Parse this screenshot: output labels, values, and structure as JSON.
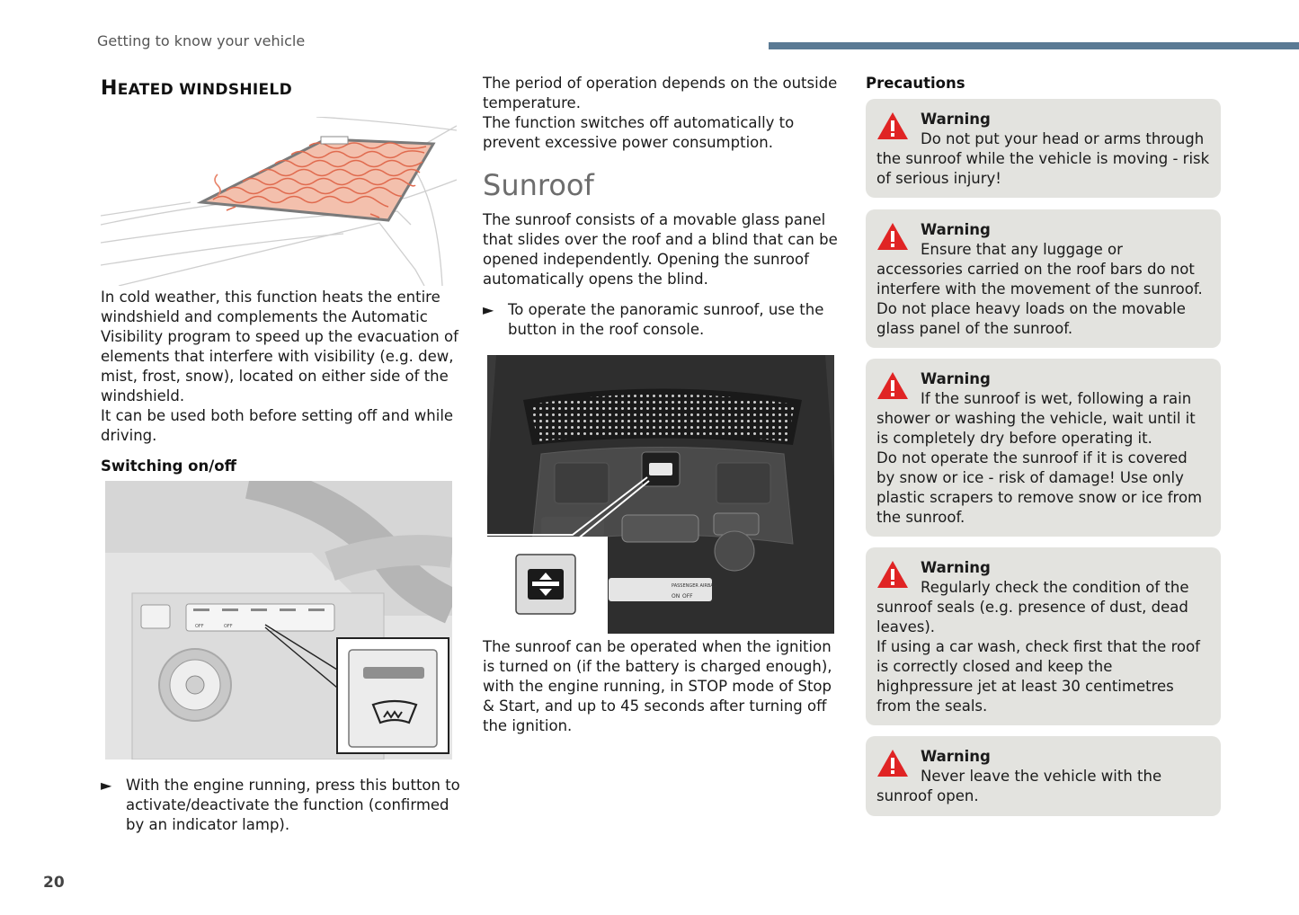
{
  "header": {
    "section": "Getting to know your vehicle"
  },
  "page_number": "20",
  "col1": {
    "title_initial": "H",
    "title_rest": "EATED WINDSHIELD",
    "intro": "In cold weather, this function heats the entire windshield and complements the Automatic Visibility program to speed up the evacuation of elements that interfere with visibility (e.g. dew, mist, frost, snow), located on either side of the windshield.",
    "intro2": "It can be used both before setting off and while driving.",
    "subhead": "Switching on/off",
    "bullet": "With the engine running, press this button to activate/deactivate the function (confirmed by an indicator lamp).",
    "panel_labels": [
      "OFF",
      "OFF"
    ]
  },
  "col2": {
    "para1": "The period of operation depends on the outside temperature.",
    "para2": "The function switches off automatically to prevent excessive power consumption.",
    "section_title": "Sunroof",
    "para3": "The sunroof consists of a movable glass panel that slides over the roof and a blind that can be opened independently. Opening the sunroof automatically opens the blind.",
    "bullet": "To operate the panoramic sunroof, use the button in the roof console.",
    "para4": "The sunroof can be operated when the ignition is turned on (if the battery is charged enough), with the engine running, in STOP mode of Stop & Start, and up to 45 seconds after turning off the ignition.",
    "airbag_label": "PASSENGER AIRBAG",
    "airbag_on": "ON",
    "airbag_off": "OFF"
  },
  "col3": {
    "heading": "Precautions",
    "warnings": [
      {
        "title": "Warning",
        "text": "Do not put your head or arms through the sunroof while the vehicle is moving - risk of serious injury!"
      },
      {
        "title": "Warning",
        "text": "Ensure that any luggage or accessories carried on the roof bars do not interfere with the movement of the sunroof.",
        "text2": "Do not place heavy loads on the movable glass panel of the sunroof."
      },
      {
        "title": "Warning",
        "text": "If the sunroof is wet, following a rain shower or washing the vehicle, wait until it is completely dry before operating it.",
        "text2": "Do not operate the sunroof if it is covered by snow or ice - risk of damage! Use only plastic scrapers to remove snow or ice from the sunroof."
      },
      {
        "title": "Warning",
        "text": "Regularly check the condition of the sunroof seals (e.g. presence of dust, dead leaves).",
        "text2": "If using a car wash, check first that the roof is correctly closed and keep the highpressure jet at least 30 centimetres from the seals."
      },
      {
        "title": "Warning",
        "text": "Never leave the vehicle with the sunroof open."
      }
    ]
  },
  "colors": {
    "header_bar": "#5a7a94",
    "warning_bg": "#e3e3df",
    "warning_icon": "#e02424",
    "heating_grid": "#e8846a"
  },
  "icons": {
    "warning": "warning-triangle-icon",
    "bullet": "arrow-right-icon",
    "defrost": "windshield-defrost-icon",
    "sunroof": "sunroof-button-icon"
  }
}
